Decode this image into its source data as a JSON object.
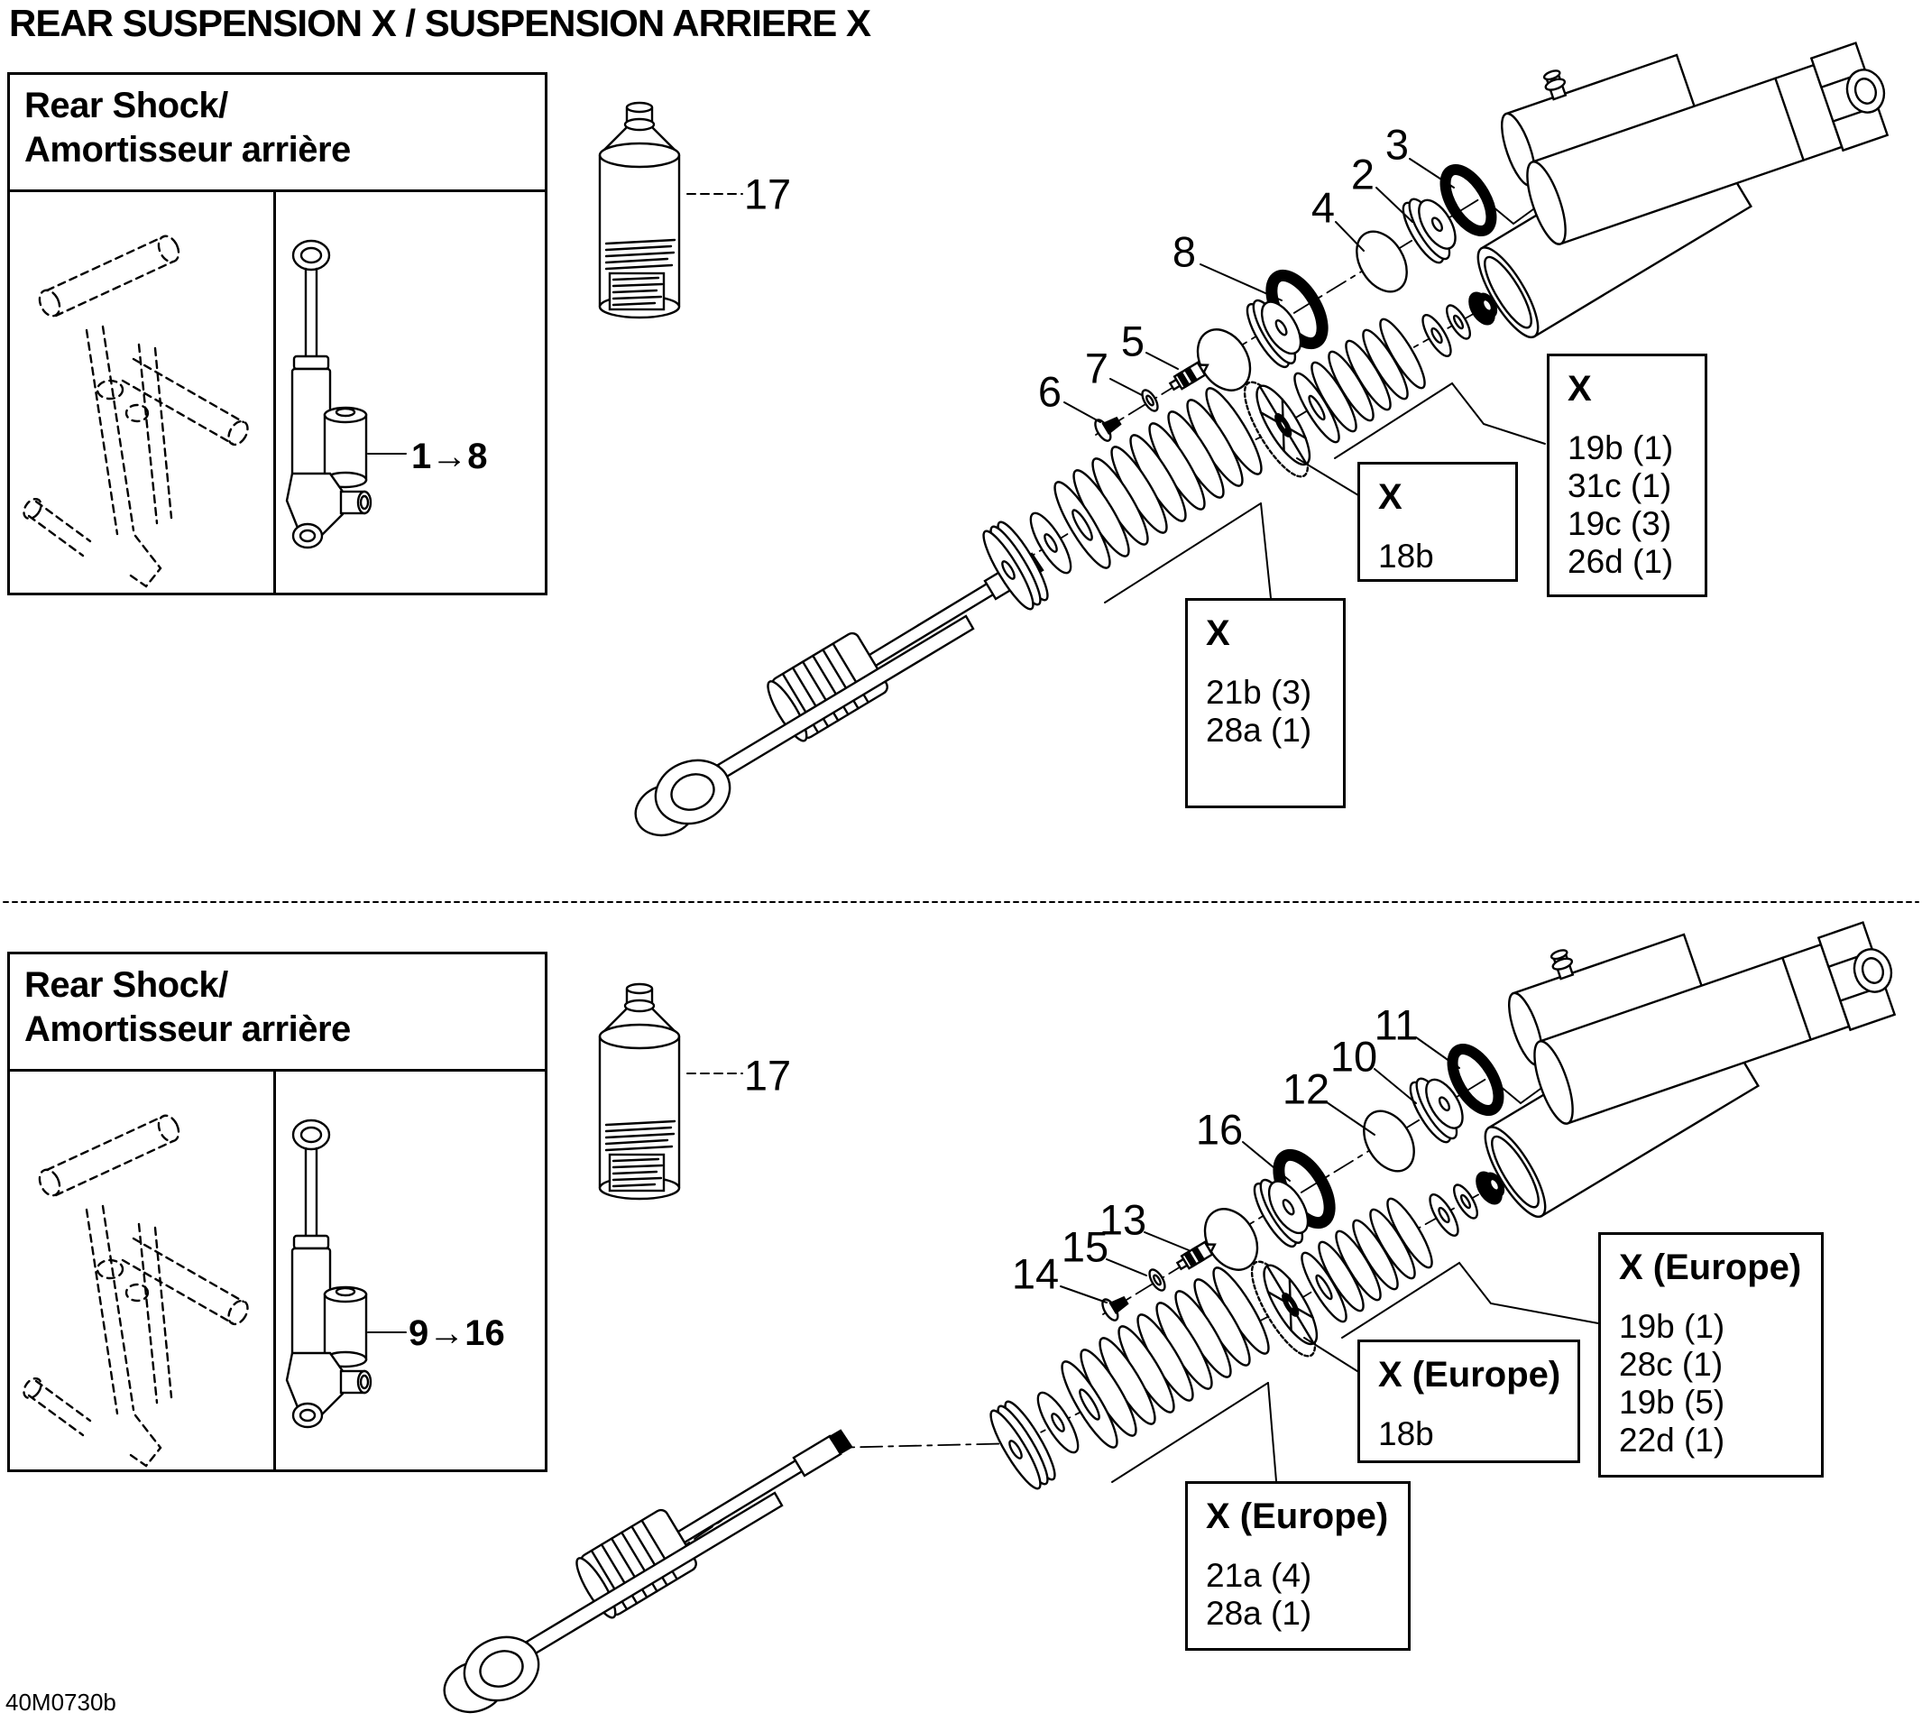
{
  "page": {
    "title": "REAR SUSPENSION X / SUSPENSION ARRIERE X",
    "doc_code": "40M0730b"
  },
  "inset_box": {
    "title_line1": "Rear Shock/",
    "title_line2": "Amortisseur arrière"
  },
  "top": {
    "range_label": "1→8",
    "bottle_label": "17",
    "callouts": [
      "2",
      "3",
      "4",
      "8",
      "5",
      "7",
      "6"
    ],
    "part_boxes": [
      {
        "header": "X",
        "items": [
          "19b (1)",
          "31c (1)",
          "19c (3)",
          "26d (1)"
        ]
      },
      {
        "header": "X",
        "items": [
          "18b"
        ]
      },
      {
        "header": "X",
        "items": [
          "21b (3)",
          "28a (1)"
        ]
      }
    ]
  },
  "bottom": {
    "range_label": "9→16",
    "bottle_label": "17",
    "callouts": [
      "11",
      "10",
      "12",
      "16",
      "13",
      "15",
      "14"
    ],
    "part_boxes": [
      {
        "header": "X (Europe)",
        "items": [
          "19b (1)",
          "28c (1)",
          "19b (5)",
          "22d (1)"
        ]
      },
      {
        "header": "X (Europe)",
        "items": [
          "18b"
        ]
      },
      {
        "header": "X (Europe)",
        "items": [
          "21a (4)",
          "28a (1)"
        ]
      }
    ]
  }
}
